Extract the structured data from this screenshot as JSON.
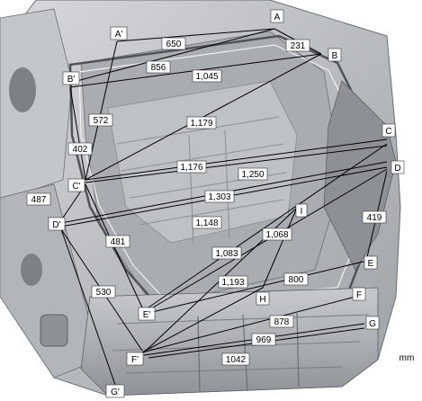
{
  "units": "mm",
  "points": {
    "A": "A",
    "B": "B",
    "C": "C",
    "D": "D",
    "E": "E",
    "F": "F",
    "G": "G",
    "H": "H",
    "I": "I",
    "A2": "A'",
    "B2": "B'",
    "C2": "C'",
    "D2": "D'",
    "E2": "E'",
    "F2": "F'",
    "G2": "G'"
  },
  "measurements": {
    "m650": "650",
    "m231": "231",
    "m856": "856",
    "m1045": "1,045",
    "m572": "572",
    "m1179": "1,179",
    "m402": "402",
    "m1176": "1,176",
    "m1250": "1,250",
    "m487": "487",
    "m1303": "1,303",
    "m1148": "1,148",
    "m419": "419",
    "m481": "481",
    "m1068": "1,068",
    "m1083": "1,083",
    "m1193": "1,193",
    "m800": "800",
    "m530": "530",
    "m878": "878",
    "m969": "969",
    "m1042": "1042"
  }
}
